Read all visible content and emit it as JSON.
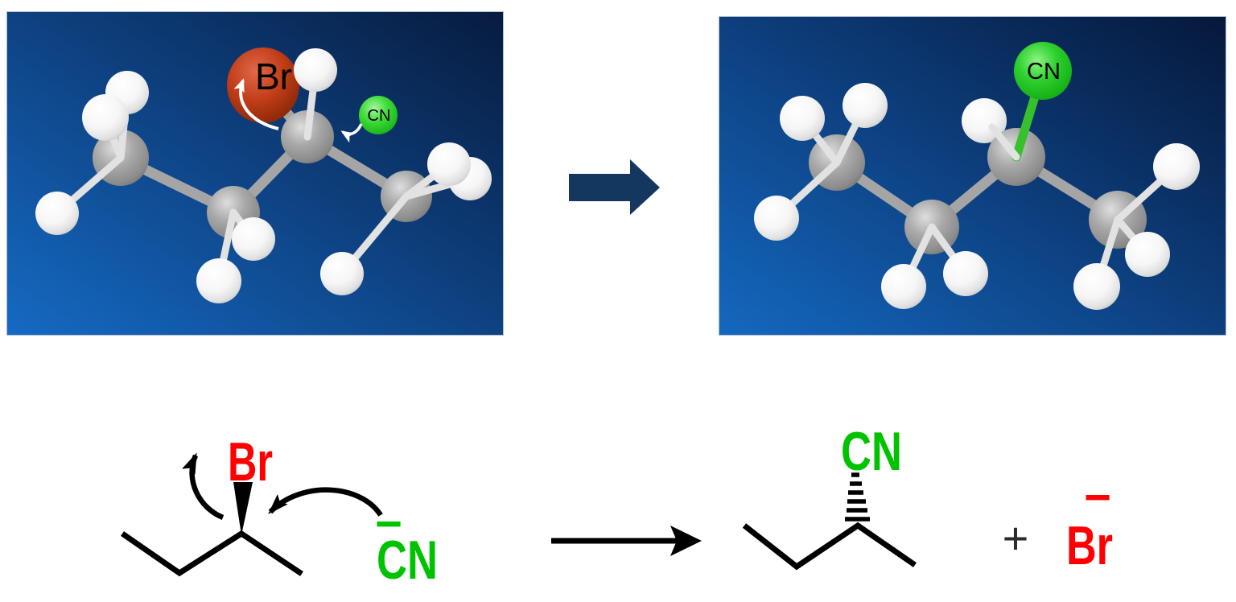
{
  "panel_left": {
    "br_sphere_label": "Br",
    "cn_sphere_label": "CN"
  },
  "panel_right": {
    "cn_sphere_label": "CN"
  },
  "scheme": {
    "leaving_group_label": "Br",
    "nucleophile_label": "CN",
    "nucleophile_charge": "−",
    "product_substituent_label": "CN",
    "plus_sign": "+",
    "bromide_label": "Br",
    "bromide_charge": "−"
  },
  "colors": {
    "red_label": "#ff0000",
    "green_label": "#00c300",
    "plus_color": "#2b2b2b",
    "block_arrow": "#14375f",
    "bg_dark": "#081d42",
    "bg_mid": "#0e4282",
    "bg_light": "#156ac4",
    "br_sphere": "#c13c17",
    "green_sphere": "#2ed02e"
  }
}
